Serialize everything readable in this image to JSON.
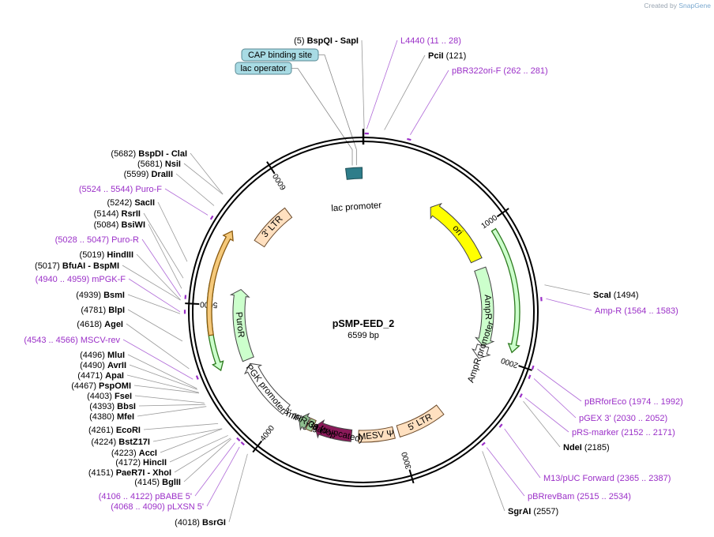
{
  "credit": {
    "prefix": "Created by",
    "brand": "SnapGene"
  },
  "plasmid": {
    "name": "pSMP-EED_2",
    "length_label": "6599 bp",
    "length": 6599
  },
  "tick_marks": [
    "1000",
    "2000",
    "3000",
    "4000",
    "5000",
    "6000"
  ],
  "features": [
    {
      "label": "lac promoter",
      "kind": "promoter",
      "start": 6470,
      "end": 6590,
      "color": "#ffffff"
    },
    {
      "label": "ori",
      "kind": "arrow",
      "start": 600,
      "end": 1200,
      "direction": "reverse",
      "color": "#ffff00"
    },
    {
      "label": "AmpR",
      "kind": "arrow",
      "start": 1280,
      "end": 1940,
      "direction": "forward",
      "color": "#ccffcc"
    },
    {
      "label": "AmpR promoter",
      "kind": "arrow",
      "start": 1940,
      "end": 2050,
      "direction": "forward",
      "color": "#ffffff"
    },
    {
      "label": "5' LTR",
      "kind": "box",
      "start": 2600,
      "end": 3000,
      "color": "#ffe0c0"
    },
    {
      "label": "MESV Ψ",
      "kind": "box",
      "start": 3040,
      "end": 3340,
      "color": "#ffe0c0"
    },
    {
      "label": "gag (truncated)",
      "kind": "arrow",
      "start": 3400,
      "end": 3720,
      "direction": "forward",
      "color": "#8b1a5a"
    },
    {
      "label": "miR-30a loop",
      "kind": "box",
      "start": 3730,
      "end": 3780,
      "color": "#9acd9a"
    },
    {
      "label": "3' miR-30a",
      "kind": "arrow",
      "start": 3790,
      "end": 3870,
      "direction": "forward",
      "color": "#8fbf8f"
    },
    {
      "label": "PGK promoter",
      "kind": "arrow",
      "start": 4000,
      "end": 4500,
      "direction": "forward",
      "color": "#ffffff"
    },
    {
      "label": "PuroR",
      "kind": "arrow",
      "start": 4540,
      "end": 5140,
      "direction": "forward",
      "color": "#ccffcc"
    },
    {
      "label": "3' LTR",
      "kind": "box",
      "start": 5560,
      "end": 5920,
      "color": "#ffe0c0"
    }
  ],
  "outer_arcs": [
    {
      "start": 1060,
      "end": 1930,
      "direction": "forward",
      "fill": "#ccffcc",
      "stroke": "#2d7a1e"
    },
    {
      "start": 4540,
      "end": 5140,
      "direction": "reverse",
      "fill": "#ccffcc",
      "stroke": "#2d7a1e"
    },
    {
      "start": 4790,
      "end": 5530,
      "direction": "forward",
      "fill": "#f5c97a",
      "stroke": "#8a5a10"
    }
  ],
  "boxed_labels": [
    {
      "text": "CAP binding site",
      "color": "#a8dbe4"
    },
    {
      "text": "lac operator",
      "color": "#a8dbe4"
    }
  ],
  "site_labels": [
    {
      "pos": "(5)",
      "name": "BspQI",
      "extra": "SapI",
      "type": "enzyme",
      "bp": 5
    },
    {
      "pos": "(11 .. 28)",
      "name": "L4440",
      "type": "primer",
      "bp": 20
    },
    {
      "pos": "(121)",
      "name": "PciI",
      "type": "enzyme",
      "bp": 121
    },
    {
      "pos": "(262 .. 281)",
      "name": "pBR322ori-F",
      "type": "primer",
      "bp": 272
    },
    {
      "pos": "(1494)",
      "name": "ScaI",
      "type": "enzyme",
      "bp": 1494
    },
    {
      "pos": "(1564 .. 1583)",
      "name": "Amp-R",
      "type": "primer",
      "bp": 1574
    },
    {
      "pos": "(1974 .. 1992)",
      "name": "pBRforEco",
      "type": "primer",
      "bp": 1983
    },
    {
      "pos": "(2030 .. 2052)",
      "name": "pGEX 3'",
      "type": "primer",
      "bp": 2041
    },
    {
      "pos": "(2152 .. 2171)",
      "name": "pRS-marker",
      "type": "primer",
      "bp": 2162
    },
    {
      "pos": "(2185)",
      "name": "NdeI",
      "type": "enzyme",
      "bp": 2185
    },
    {
      "pos": "(2365 .. 2387)",
      "name": "M13/pUC Forward",
      "type": "primer",
      "bp": 2376
    },
    {
      "pos": "(2515 .. 2534)",
      "name": "pBRrevBam",
      "type": "primer",
      "bp": 2524
    },
    {
      "pos": "(2557)",
      "name": "SgrAI",
      "type": "enzyme",
      "bp": 2557
    },
    {
      "pos": "(4018)",
      "name": "BsrGI",
      "type": "enzyme",
      "bp": 4018
    },
    {
      "pos": "(4068 .. 4090)",
      "name": "pLXSN 5'",
      "type": "primer",
      "bp": 4079
    },
    {
      "pos": "(4106 .. 4122)",
      "name": "pBABE 5'",
      "type": "primer",
      "bp": 4114
    },
    {
      "pos": "(4145)",
      "name": "BglII",
      "type": "enzyme",
      "bp": 4145
    },
    {
      "pos": "(4151)",
      "name": "PaeR7I",
      "extra": "XhoI",
      "type": "enzyme",
      "bp": 4151
    },
    {
      "pos": "(4172)",
      "name": "HincII",
      "type": "enzyme",
      "bp": 4172
    },
    {
      "pos": "(4223)",
      "name": "AccI",
      "type": "enzyme",
      "bp": 4223
    },
    {
      "pos": "(4224)",
      "name": "BstZ17I",
      "type": "enzyme",
      "bp": 4224
    },
    {
      "pos": "(4261)",
      "name": "EcoRI",
      "type": "enzyme",
      "bp": 4261
    },
    {
      "pos": "(4380)",
      "name": "MfeI",
      "type": "enzyme",
      "bp": 4380
    },
    {
      "pos": "(4393)",
      "name": "BbsI",
      "type": "enzyme",
      "bp": 4393
    },
    {
      "pos": "(4403)",
      "name": "FseI",
      "type": "enzyme",
      "bp": 4403
    },
    {
      "pos": "(4467)",
      "name": "PspOMI",
      "type": "enzyme",
      "bp": 4467
    },
    {
      "pos": "(4471)",
      "name": "ApaI",
      "type": "enzyme",
      "bp": 4471
    },
    {
      "pos": "(4490)",
      "name": "AvrII",
      "type": "enzyme",
      "bp": 4490
    },
    {
      "pos": "(4496)",
      "name": "MluI",
      "type": "enzyme",
      "bp": 4496
    },
    {
      "pos": "(4543 .. 4566)",
      "name": "MSCV-rev",
      "type": "primer",
      "bp": 4554
    },
    {
      "pos": "(4618)",
      "name": "AgeI",
      "type": "enzyme",
      "bp": 4618
    },
    {
      "pos": "(4781)",
      "name": "BlpI",
      "type": "enzyme",
      "bp": 4781
    },
    {
      "pos": "(4939)",
      "name": "BsmI",
      "type": "enzyme",
      "bp": 4939
    },
    {
      "pos": "(4940 .. 4959)",
      "name": "mPGK-F",
      "type": "primer",
      "bp": 4950
    },
    {
      "pos": "(5017)",
      "name": "BfuAI",
      "extra": "BspMI",
      "type": "enzyme",
      "bp": 5017
    },
    {
      "pos": "(5019)",
      "name": "HindIII",
      "type": "enzyme",
      "bp": 5019
    },
    {
      "pos": "(5028 .. 5047)",
      "name": "Puro-R",
      "type": "primer",
      "bp": 5037
    },
    {
      "pos": "(5084)",
      "name": "BsiWI",
      "type": "enzyme",
      "bp": 5084
    },
    {
      "pos": "(5144)",
      "name": "RsrII",
      "type": "enzyme",
      "bp": 5144
    },
    {
      "pos": "(5242)",
      "name": "SacII",
      "type": "enzyme",
      "bp": 5242
    },
    {
      "pos": "(5524 .. 5544)",
      "name": "Puro-F",
      "type": "primer",
      "bp": 5534
    },
    {
      "pos": "(5599)",
      "name": "DraIII",
      "type": "enzyme",
      "bp": 5599
    },
    {
      "pos": "(5681)",
      "name": "NsiI",
      "type": "enzyme",
      "bp": 5681
    },
    {
      "pos": "(5682)",
      "name": "BspDI",
      "extra": "ClaI",
      "type": "enzyme",
      "bp": 5682
    }
  ],
  "colors": {
    "primer": "#9b30c8",
    "enzyme": "#000000",
    "backbone": "#000000"
  }
}
